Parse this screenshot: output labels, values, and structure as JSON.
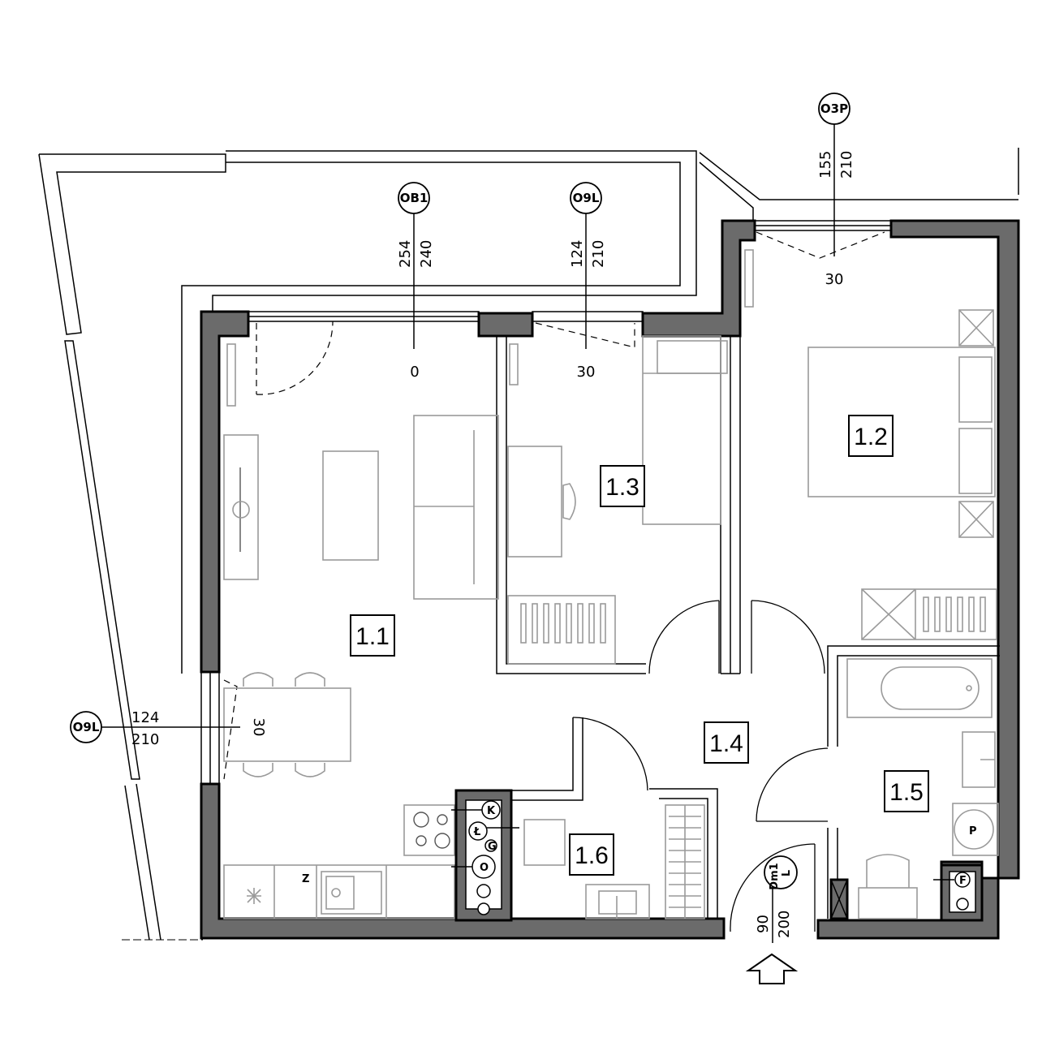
{
  "rooms": {
    "r11": "1.1",
    "r12": "1.2",
    "r13": "1.3",
    "r14": "1.4",
    "r15": "1.5",
    "r16": "1.6"
  },
  "openings": {
    "ob1": {
      "code": "OB1",
      "width": "254",
      "height": "240",
      "sill": "0"
    },
    "o9l_top": {
      "code": "O9L",
      "width": "124",
      "height": "210",
      "sill": "30"
    },
    "o3p": {
      "code": "O3P",
      "width": "155",
      "height": "210",
      "sill": "30"
    },
    "o9l_left": {
      "code": "O9L",
      "width": "124",
      "height": "210",
      "sill": "30"
    },
    "dm1": {
      "code": "Dm1",
      "side": "L",
      "width": "90",
      "height": "200"
    }
  },
  "installations": {
    "k": "K",
    "l": "Ł",
    "g": "G",
    "o": "O",
    "p": "P",
    "f": "F",
    "z": "Z"
  },
  "colors": {
    "wall": "#6b6b6b",
    "furniture": "#9a9a9a",
    "line": "#000000"
  }
}
